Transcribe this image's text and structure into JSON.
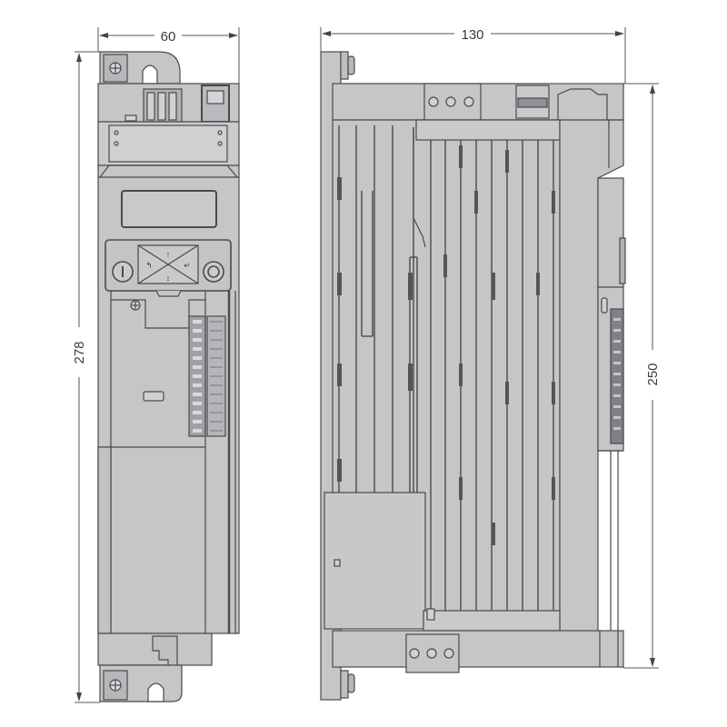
{
  "drawing": {
    "type": "technical dimensional drawing",
    "subject": "variable frequency drive (inverter)",
    "views": [
      {
        "name": "front",
        "dimensions": {
          "width": "60",
          "height": "278"
        }
      },
      {
        "name": "side",
        "dimensions": {
          "depth": "130",
          "height": "250"
        }
      }
    ]
  },
  "dimensions": {
    "front_width": "60",
    "front_height": "278",
    "side_depth": "130",
    "side_height": "250"
  },
  "keypad": {
    "buttons": [
      "run-button",
      "up-button",
      "down-button",
      "escape-button",
      "enter-button",
      "stop-button"
    ]
  },
  "colors": {
    "body": "#c4c6c8",
    "body_dark": "#a9abae",
    "outline": "#4a4a4a",
    "dim_line": "#555555"
  }
}
